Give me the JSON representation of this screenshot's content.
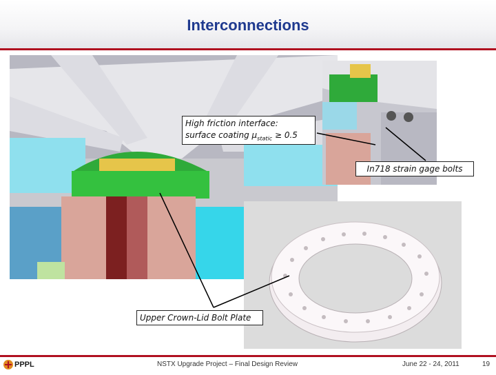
{
  "slide": {
    "title": "Interconnections"
  },
  "callouts": {
    "friction_line1": "High friction interface:",
    "friction_line2_prefix": "surface coating μ",
    "friction_line2_sub": "static",
    "friction_line2_suffix": " ≥ 0.5",
    "strain_gage": "In718 strain gage bolts",
    "bolt_plate": "Upper Crown-Lid Bolt Plate"
  },
  "footer": {
    "logo_text": "PPPL",
    "project": "NSTX Upgrade Project – Final Design Review",
    "date": "June 22 - 24, 2011",
    "page": "19"
  },
  "colors": {
    "title": "#1f3a8f",
    "rule": "#b01020"
  }
}
